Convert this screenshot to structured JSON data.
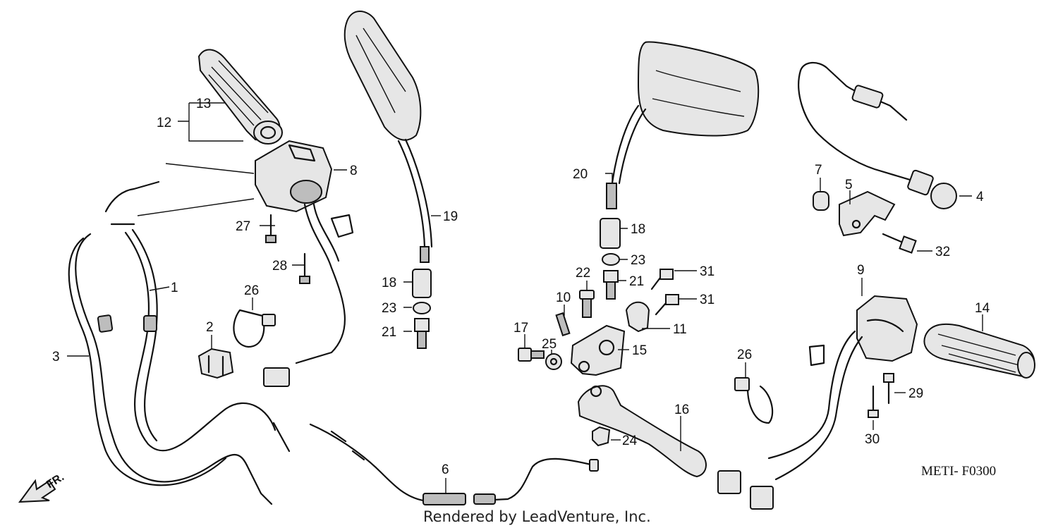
{
  "diagram": {
    "catalog_code": "METI- F0300",
    "credit": "Rendered by LeadVenture, Inc.",
    "direction_label": "FR.",
    "callouts": {
      "c1": "1",
      "c2": "2",
      "c3": "3",
      "c4": "4",
      "c5": "5",
      "c6": "6",
      "c7": "7",
      "c8": "8",
      "c9": "9",
      "c10": "10",
      "c11": "11",
      "c12": "12",
      "c13": "13",
      "c14": "14",
      "c15": "15",
      "c16": "16",
      "c17": "17",
      "c18a": "18",
      "c18b": "18",
      "c19": "19",
      "c20": "20",
      "c21a": "21",
      "c21b": "21",
      "c22": "22",
      "c23a": "23",
      "c23b": "23",
      "c24": "24",
      "c25": "25",
      "c26a": "26",
      "c26b": "26",
      "c27": "27",
      "c28": "28",
      "c29": "29",
      "c30": "30",
      "c31a": "31",
      "c31b": "31",
      "c32": "32"
    }
  }
}
